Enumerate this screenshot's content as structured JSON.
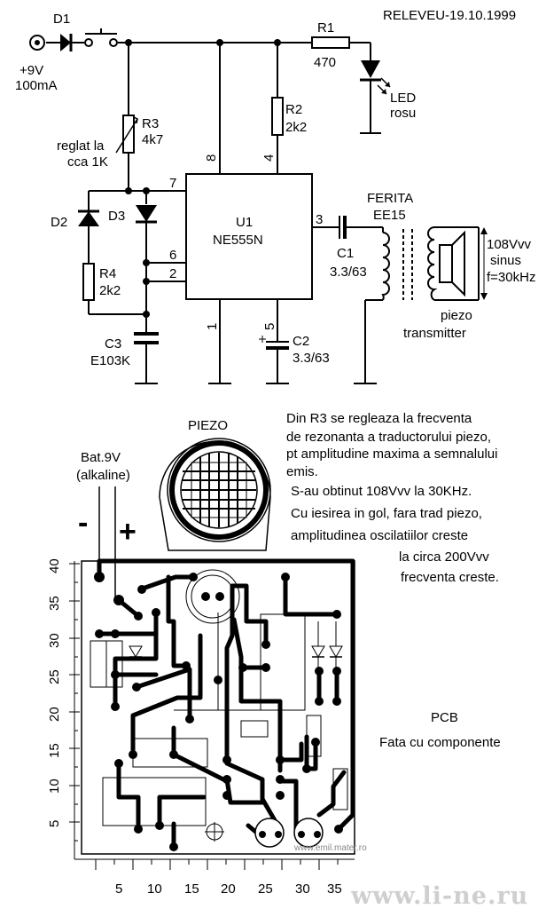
{
  "header": {
    "title": "RELEVEU-19.10.1999"
  },
  "schematic": {
    "d1": "D1",
    "supply": [
      "+9V",
      "100mA"
    ],
    "r1": {
      "name": "R1",
      "value": "470"
    },
    "led": [
      "LED",
      "rosu"
    ],
    "r2": {
      "name": "R2",
      "value": "2k2"
    },
    "r3": {
      "name": "R3",
      "value": "4k7"
    },
    "r3_note": [
      "reglat la",
      "cca 1K"
    ],
    "d2": "D2",
    "d3": "D3",
    "r4": {
      "name": "R4",
      "value": "2k2"
    },
    "c3": {
      "name": "C3",
      "value": "E103K"
    },
    "u1": {
      "name": "U1",
      "value": "NE555N"
    },
    "pins": {
      "p8": "8",
      "p4": "4",
      "p7": "7",
      "p6": "6",
      "p2": "2",
      "p3": "3",
      "p1": "1",
      "p5": "5"
    },
    "ferrite": [
      "FERITA",
      "EE15"
    ],
    "c1": {
      "name": "C1",
      "value": "3.3/63"
    },
    "c2": {
      "name": "C2",
      "value": "3.3/63"
    },
    "output": [
      "108Vvv",
      "sinus",
      "f=30kHz"
    ],
    "piezo_tx": [
      "piezo",
      "transmitter"
    ]
  },
  "notes": {
    "lines": [
      "Din R3 se regleaza la frecventa",
      "de rezonanta  a traductorului piezo,",
      "pt  amplitudine maxima  a semnalului",
      "emis.",
      "S-au obtinut 108Vvv la 30KHz.",
      "Cu iesirea in gol, fara trad piezo,",
      "amplitudinea  oscilatiilor creste",
      "la circa 200Vvv",
      "frecventa creste."
    ]
  },
  "pcb": {
    "piezo_label": "PIEZO",
    "battery": [
      "Bat.9V",
      "(alkaline)"
    ],
    "minus": "-",
    "plus": "+",
    "caption": [
      "PCB",
      "Fata cu componente"
    ],
    "y_ticks": [
      "40",
      "35",
      "30",
      "25",
      "20",
      "15",
      "10",
      "5"
    ],
    "x_ticks": [
      "5",
      "10",
      "15",
      "20",
      "25",
      "30",
      "35"
    ],
    "credit": "www.emil.mater.ro"
  },
  "watermark": "www.li-ne.ru"
}
